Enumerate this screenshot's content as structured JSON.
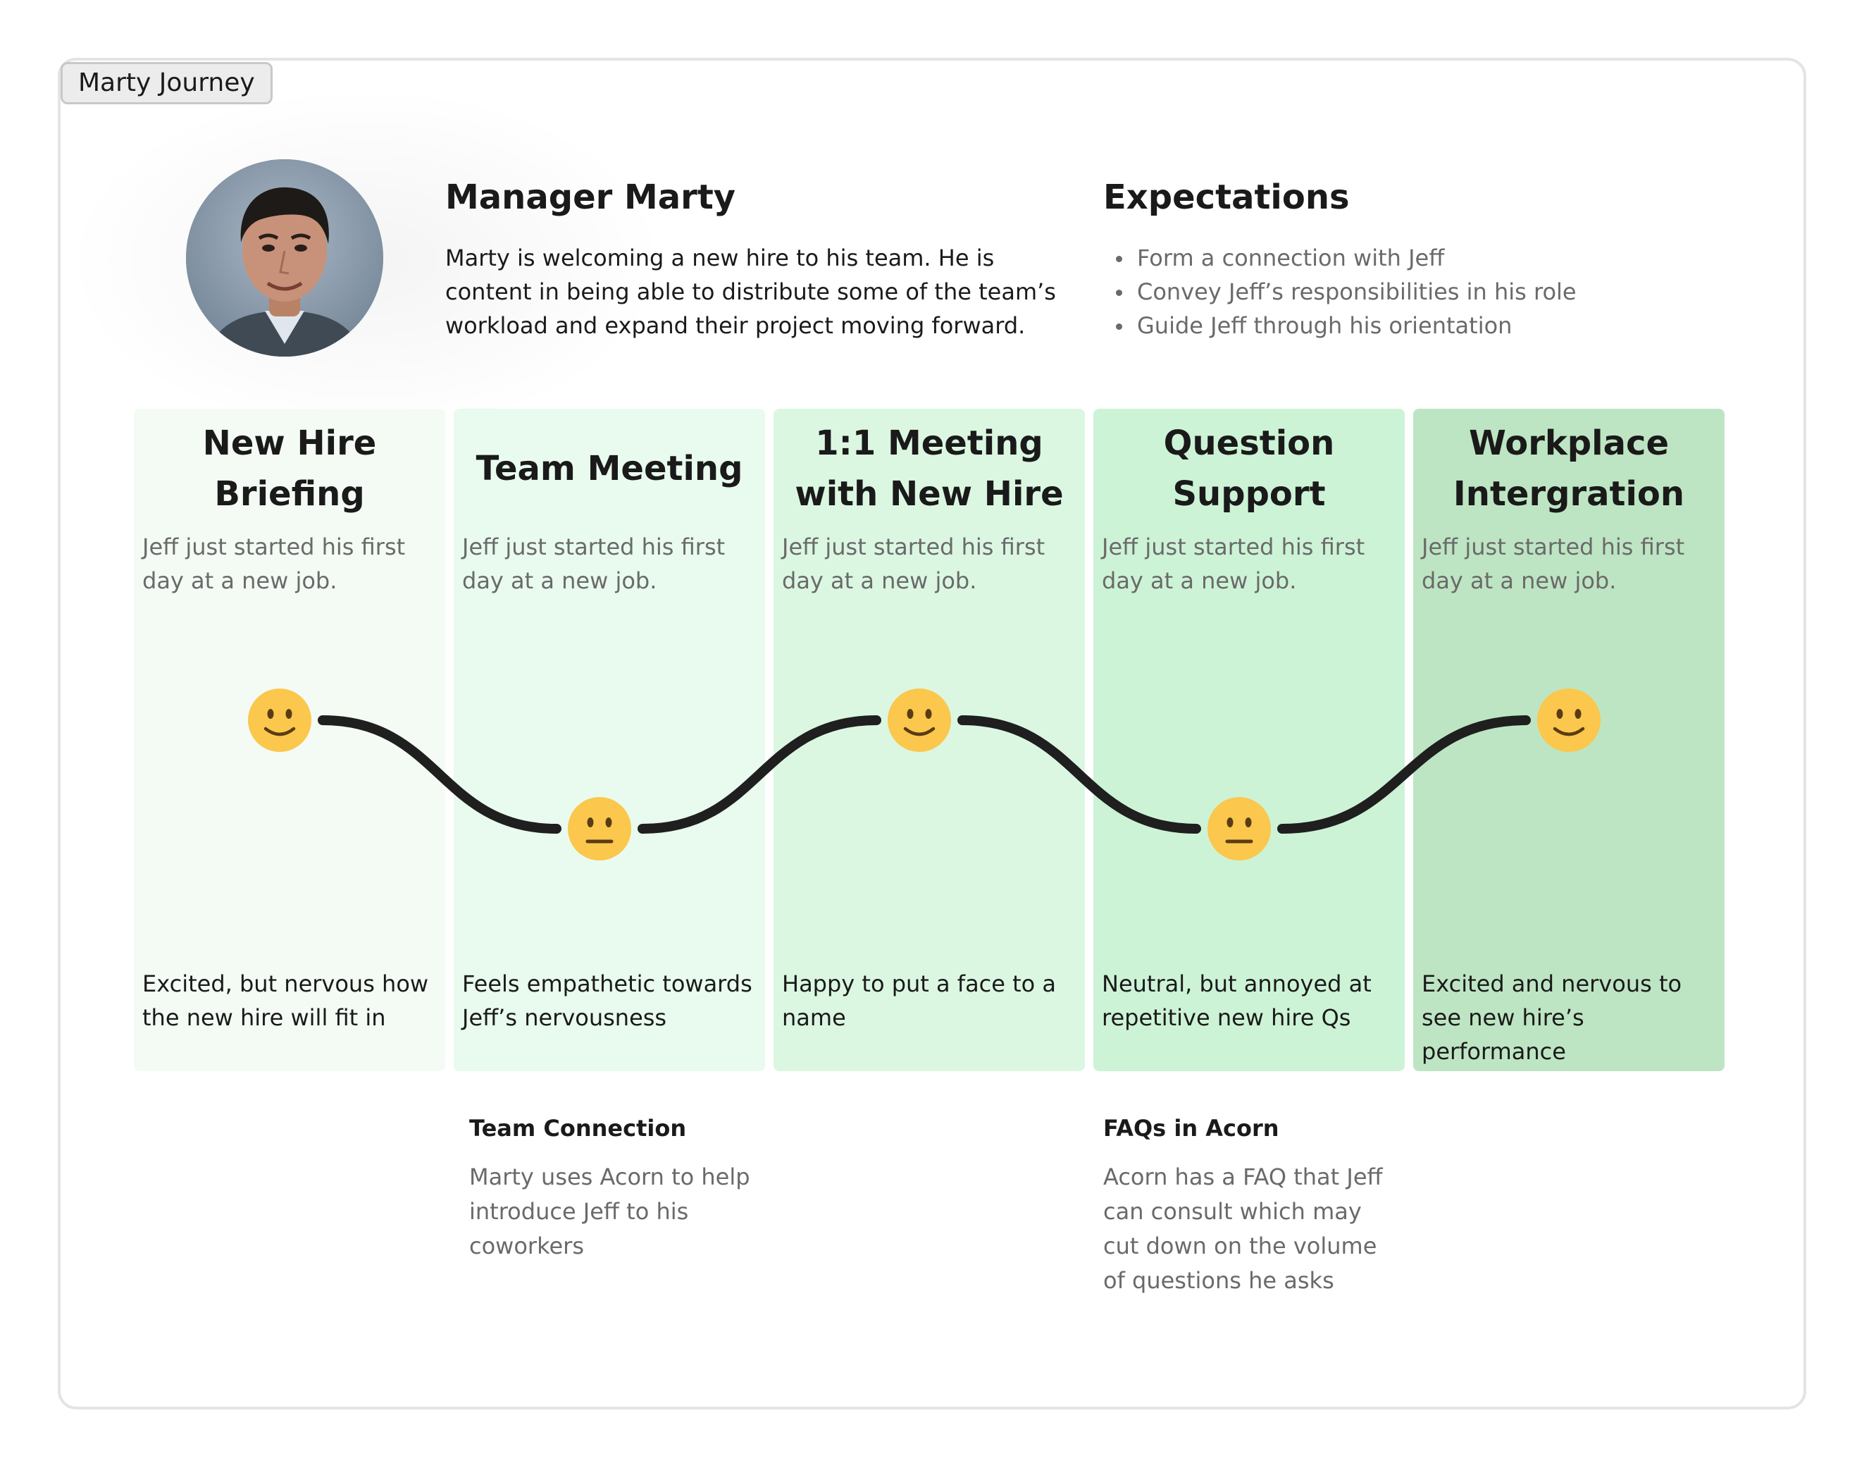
{
  "frame": {
    "label": "Marty Journey"
  },
  "persona": {
    "name": "Manager Marty",
    "description": "Marty is welcoming a new hire to his team. He is content in being able to distribute some of the team’s workload and expand their project moving forward."
  },
  "expectations": {
    "title": "Expectations",
    "items": [
      "Form a connection with Jeff",
      "Convey Jeff’s responsibilities in his role",
      "Guide Jeff through his orientation"
    ]
  },
  "stages": [
    {
      "title": "New Hire Briefing",
      "context": "Jeff just started his first day at a new job.",
      "feeling": "Excited, but nervous how the new hire will fit in",
      "emotion": "happy",
      "bg_color": "#f3fbf4"
    },
    {
      "title": "Team Meeting",
      "context": "Jeff just started his first day at a new job.",
      "feeling": "Feels empathetic towards Jeff’s nervousness",
      "emotion": "neutral",
      "bg_color": "#e8fbee"
    },
    {
      "title": "1:1 Meeting with New Hire",
      "context": "Jeff just started his first day at a new job.",
      "feeling": "Happy to put a face to a name",
      "emotion": "happy",
      "bg_color": "#dbf7e2"
    },
    {
      "title": "Question Support",
      "context": "Jeff just started his first day at a new job.",
      "feeling": "Neutral, but annoyed at repetitive new hire Qs",
      "emotion": "neutral",
      "bg_color": "#cdf3d6"
    },
    {
      "title": "Workplace Intergration",
      "context": "Jeff just started his first day at a new job.",
      "feeling": "Excited and nervous to see new hire’s performance",
      "emotion": "happy",
      "bg_color": "#bee5c3"
    }
  ],
  "opportunities": [
    {
      "title": "Team Connection",
      "description": "Marty uses Acorn to help introduce Jeff to his coworkers"
    },
    {
      "title": "FAQs in Acorn",
      "description": "Acorn has a FAQ that Jeff can consult which may cut down on the volume of questions he asks"
    }
  ],
  "colors": {
    "emoji_fill": "#fbc74c",
    "emoji_features": "#5a3c14",
    "curve": "#1f1f1f",
    "frame_border": "#e4e4e4"
  },
  "icons": {
    "happy": "slightly-smiling-face-icon",
    "neutral": "neutral-face-icon"
  }
}
